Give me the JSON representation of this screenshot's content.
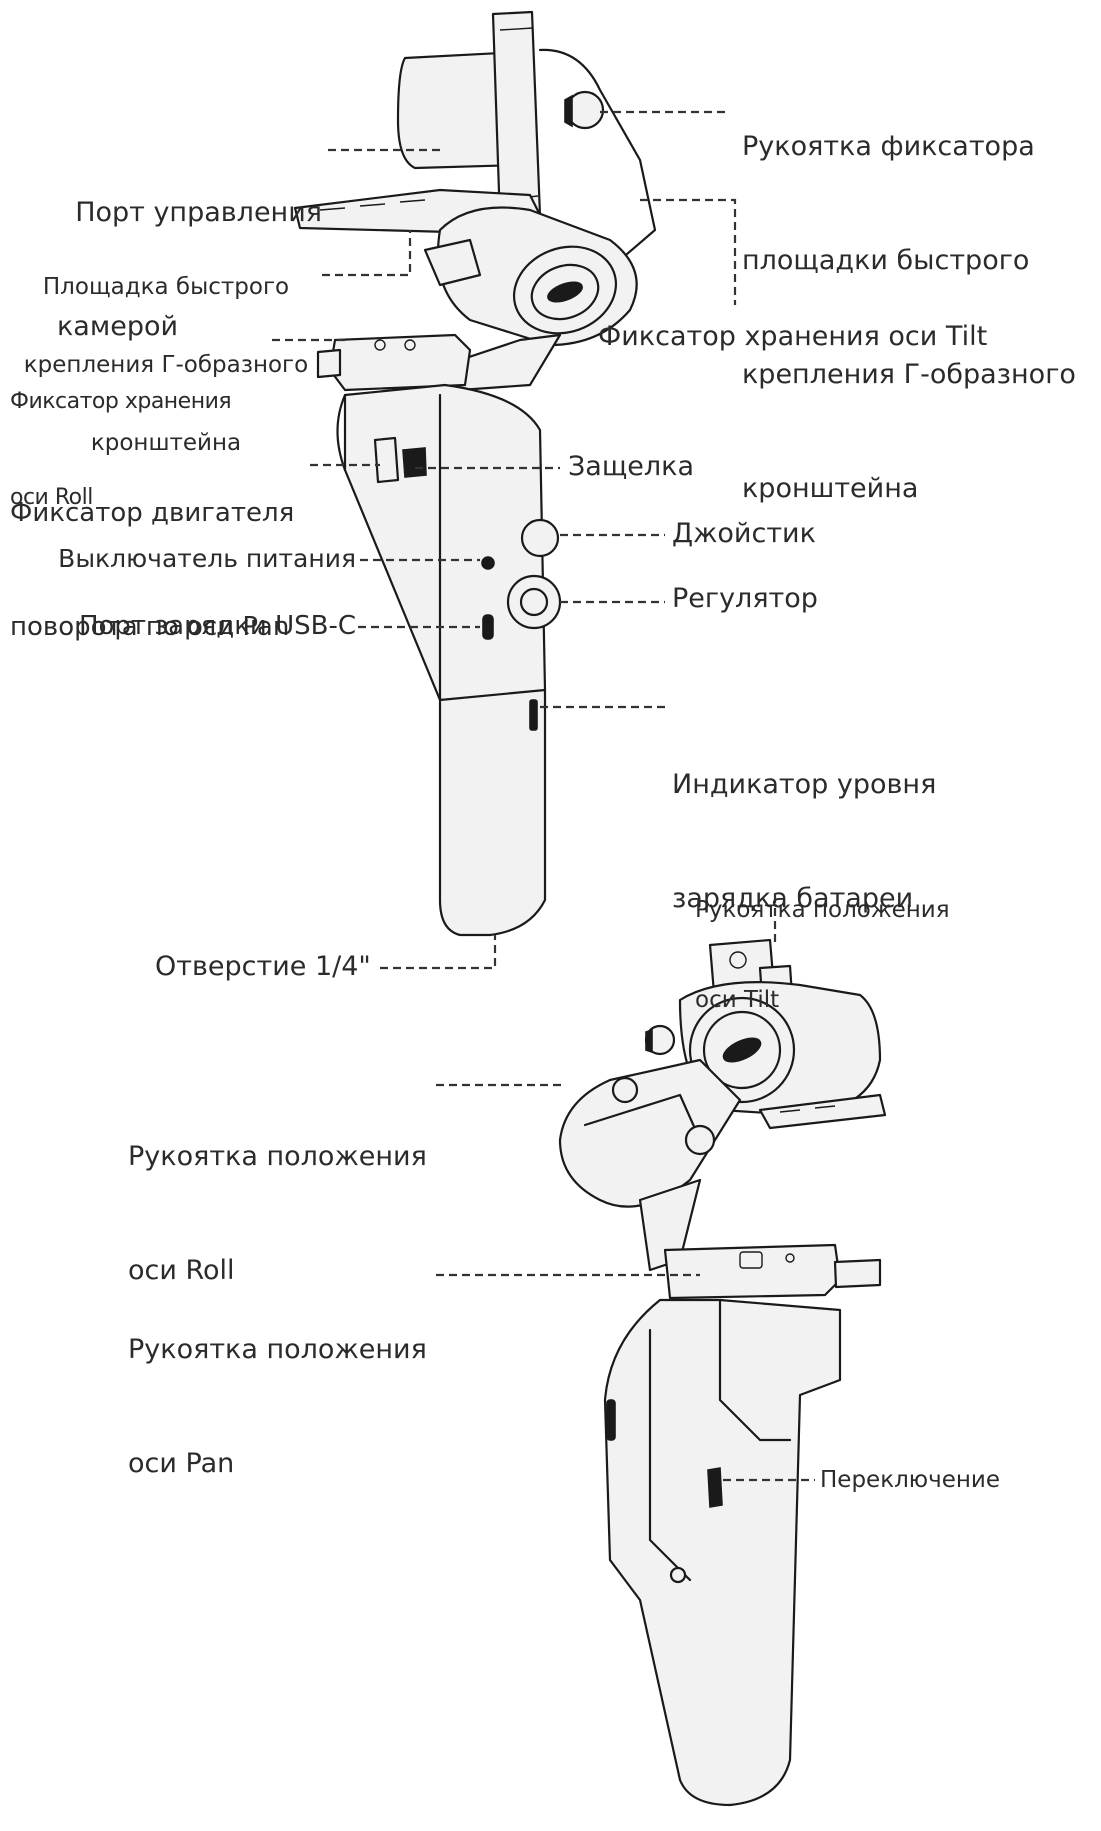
{
  "labels": {
    "camera_port": [
      "Порт управления",
      "камерой"
    ],
    "lbracket_plate": [
      "Площадка быстрого",
      "крепления Г-образного",
      "кронштейна"
    ],
    "roll_lock": [
      "Фиксатор хранения",
      "оси Roll"
    ],
    "pan_motor_lock": [
      "Фиксатор двигателя",
      "поворота по оси Pan"
    ],
    "power_switch": "Выключатель питания",
    "usbc_port": "Порт зарядки USB-C",
    "lbracket_knob": [
      "Рукоятка фиксатора",
      "площадки быстрого",
      "крепления Г-образного",
      "кронштейна"
    ],
    "tilt_lock": "Фиксатор хранения оси Tilt",
    "latch": "Защелка",
    "joystick": "Джойстик",
    "dial": "Регулятор",
    "battery_indicator": [
      "Индикатор уровня",
      "зарядка батареи"
    ],
    "hole": "Отверстие 1/4\"",
    "tilt_knob": [
      "Рукоятка положения",
      "оси Tilt"
    ],
    "roll_knob": [
      "Рукоятка положения",
      "оси Roll"
    ],
    "pan_knob": [
      "Рукоятка положения",
      "оси Pan"
    ],
    "switch": "Переключение"
  }
}
